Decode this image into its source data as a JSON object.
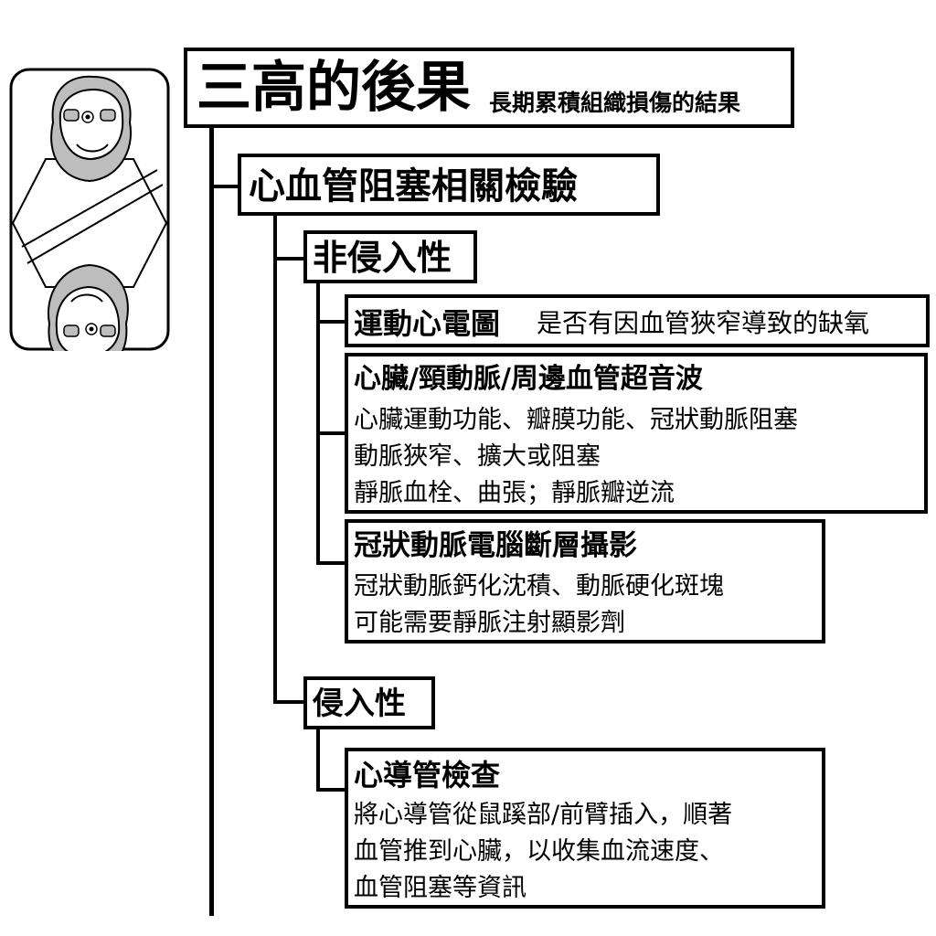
{
  "title": {
    "main": "三高的後果",
    "sub": "長期累積組織損傷的結果"
  },
  "section": {
    "label": "心血管阻塞相關檢驗",
    "groups": [
      {
        "label": "非侵入性",
        "items": [
          {
            "name": "運動心電圖",
            "inline_desc": "是否有因血管狹窄導致的缺氧"
          },
          {
            "name": "心臟/頸動脈/周邊血管超音波",
            "lines": [
              "心臟運動功能、瓣膜功能、冠狀動脈阻塞",
              "動脈狹窄、擴大或阻塞",
              "靜脈血栓、曲張；靜脈瓣逆流"
            ]
          },
          {
            "name": "冠狀動脈電腦斷層攝影",
            "lines": [
              "冠狀動脈鈣化沈積、動脈硬化斑塊",
              "可能需要靜脈注射顯影劑"
            ]
          }
        ]
      },
      {
        "label": "侵入性",
        "items": [
          {
            "name": "心導管檢查",
            "lines": [
              "將心導管從鼠蹊部/前臂插入，順著",
              "血管推到心臟，以收集血流速度、",
              "血管阻塞等資訊"
            ]
          }
        ]
      }
    ]
  },
  "icon": "playing-card-king-icon"
}
